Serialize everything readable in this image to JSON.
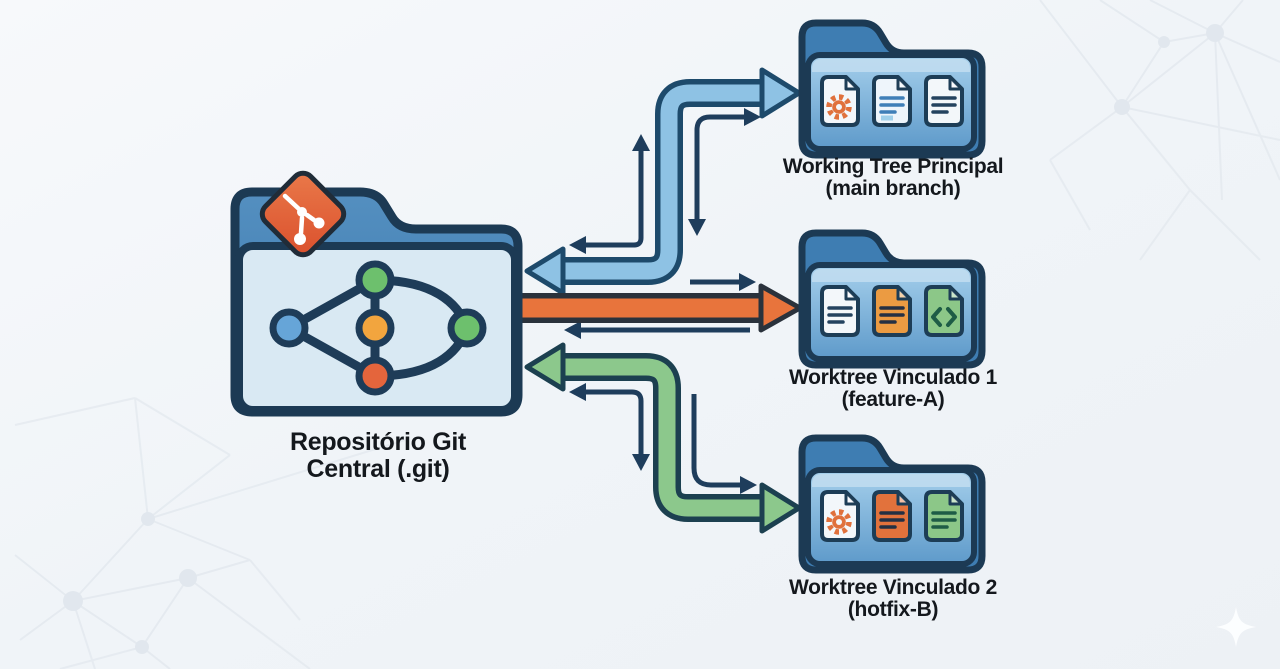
{
  "central_repo": {
    "label_line1": "Repositório Git",
    "label_line2": "Central (.git)",
    "icons": [
      "git-logo-icon",
      "commit-graph-icon"
    ]
  },
  "worktrees": [
    {
      "label_line1": "Working Tree Principal",
      "label_line2": "(main branch)",
      "docs": [
        {
          "icon": "gear-doc-icon",
          "fill": "#f3f7fa",
          "accent": "#e0713c"
        },
        {
          "icon": "text-doc-icon",
          "fill": "#eef5fb",
          "accent": "#3f7fb8",
          "bar": "#9fd0ea"
        },
        {
          "icon": "text-doc-icon",
          "fill": "#f3f7fa",
          "accent": "#24435f"
        }
      ]
    },
    {
      "label_line1": "Worktree Vinculado 1",
      "label_line2": "(feature-A)",
      "docs": [
        {
          "icon": "text-doc-icon",
          "fill": "#f3f7fa",
          "accent": "#24435f"
        },
        {
          "icon": "text-doc-icon",
          "fill": "#eb9b42",
          "accent": "#243043"
        },
        {
          "icon": "code-doc-icon",
          "fill": "#8cc788",
          "accent": "#1e5c46"
        }
      ]
    },
    {
      "label_line1": "Worktree Vinculado 2",
      "label_line2": "(hotfix-B)",
      "docs": [
        {
          "icon": "gear-doc-icon",
          "fill": "#f3f7fa",
          "accent": "#e0713c"
        },
        {
          "icon": "text-doc-icon",
          "fill": "#e2723c",
          "accent": "#243043"
        },
        {
          "icon": "text-doc-icon",
          "fill": "#8cc788",
          "accent": "#1e5c46"
        }
      ]
    }
  ],
  "arrows": {
    "thick": [
      {
        "name": "sync-arrow-blue",
        "direction": "bidirectional-s-up",
        "color": "#8ec2e4",
        "outline": "#1d4a6b"
      },
      {
        "name": "sync-arrow-orange",
        "direction": "right",
        "color": "#e8743c",
        "outline": "#2a323c"
      },
      {
        "name": "sync-arrow-green",
        "direction": "bidirectional-s-down",
        "color": "#8cc88c",
        "outline": "#1c4050"
      }
    ],
    "thin_color": "#1e3d5c"
  },
  "palette": {
    "bg": "#f1f4f8",
    "outline_navy": "#1c3a54",
    "folder_tab_blue": "#4184b8",
    "folder_front_light": "#d9e9f3",
    "wt_back_blue": "#3e7db2",
    "thin_arrow": "#1e3d5c",
    "git_diamond": "#e25c35",
    "node_blue": "#66a5d8",
    "node_green": "#6dc06d",
    "node_orange": "#f2a53e",
    "node_red": "#e4653c",
    "label_text": "#14181d",
    "decor_line": "#e0e6ec",
    "decor_dot": "#dae1e9"
  },
  "decor": {
    "icons": [
      "network-graph-top-right",
      "network-graph-bottom-left",
      "sparkle-icon"
    ]
  }
}
